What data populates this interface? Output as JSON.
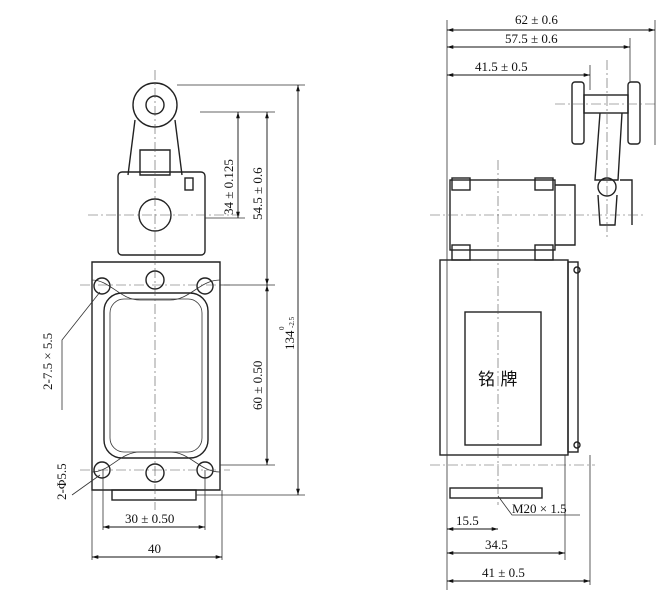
{
  "front_view": {
    "dim_roller_34": "34 ± 0.125",
    "dim_54_5": "54.5 ± 0.6",
    "dim_60": "60 ± 0.50",
    "dim_134": "134",
    "dim_134_upper_tol": "0",
    "dim_134_lower_tol": "-2.5",
    "dim_slot": "2-7.5 × 5.5",
    "dim_hole": "2-Φ5.5",
    "dim_30": "30 ± 0.50",
    "dim_40": "40"
  },
  "side_view": {
    "dim_62": "62 ± 0.6",
    "dim_57_5": "57.5 ± 0.6",
    "dim_41_5": "41.5 ± 0.5",
    "nameplate": "铭 牌",
    "thread": "M20 × 1.5",
    "dim_15_5": "15.5",
    "dim_34_5": "34.5",
    "dim_41": "41 ± 0.5"
  }
}
